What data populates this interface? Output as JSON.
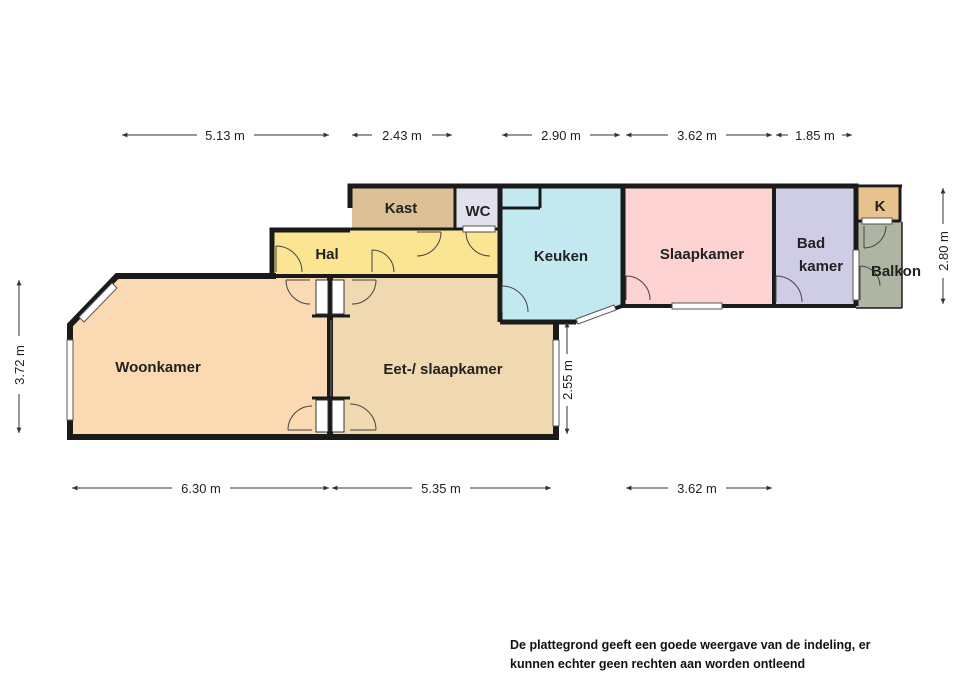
{
  "rooms": {
    "woonkamer": "Woonkamer",
    "eet_slaapkamer": "Eet-/ slaapkamer",
    "hal": "Hal",
    "kast": "Kast",
    "wc": "WC",
    "keuken": "Keuken",
    "slaapkamer": "Slaapkamer",
    "badkamer_1": "Bad",
    "badkamer_2": "kamer",
    "k": "K",
    "balkon": "Balkon"
  },
  "dimensions": {
    "top": [
      "5.13 m",
      "2.43 m",
      "2.90 m",
      "3.62 m",
      "1.85 m"
    ],
    "bottom": [
      "6.30 m",
      "5.35 m",
      "3.62 m"
    ],
    "left": "3.72 m",
    "right": "2.80 m",
    "inner": "2.55 m"
  },
  "disclaimer": {
    "line1": "De plattegrond geeft een goede weergave van de indeling, er",
    "line2": "kunnen echter geen rechten aan worden ontleend"
  },
  "colors": {
    "woonkamer": "#fbd9b3",
    "eet_slaapkamer": "#f0d9b0",
    "hal": "#fbe592",
    "kast": "#dcbf95",
    "wc": "#e1e1ee",
    "keuken": "#c3e9f0",
    "slaapkamer": "#fcd2d2",
    "badkamer": "#cfcde6",
    "k": "#e8c28d",
    "balkon": "#aeb5a3",
    "wall": "#1a1a1a"
  }
}
